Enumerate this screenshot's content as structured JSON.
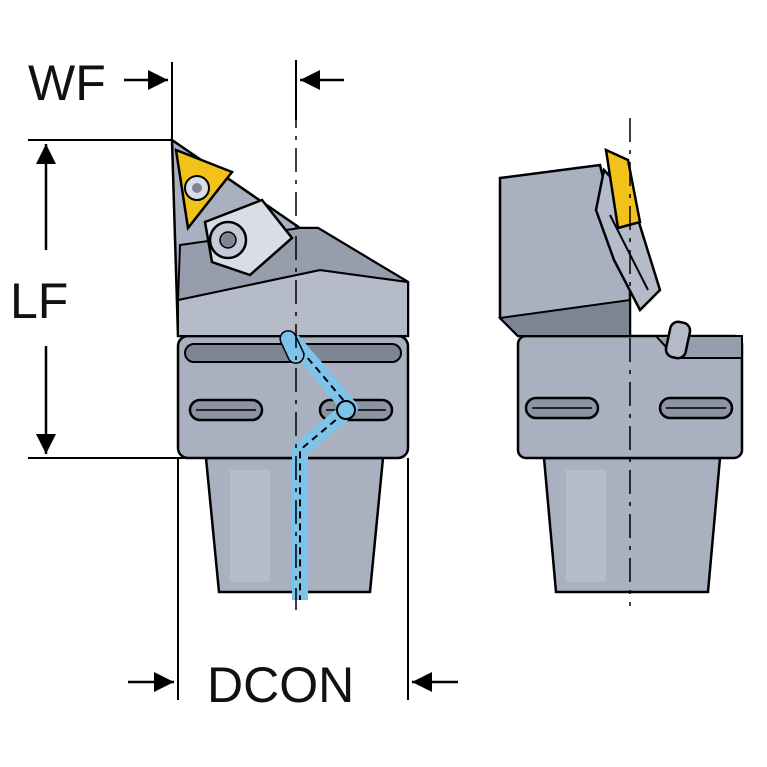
{
  "labels": {
    "wf": "WF",
    "lf": "LF",
    "dcon": "DCON"
  },
  "colors": {
    "body": "#a9b0bf",
    "body_light": "#c4cad6",
    "body_dark": "#7d8594",
    "insert_gold": "#f2c21a",
    "coolant": "#7ec3ea",
    "line": "#000000",
    "screw": "#d9dde5"
  }
}
